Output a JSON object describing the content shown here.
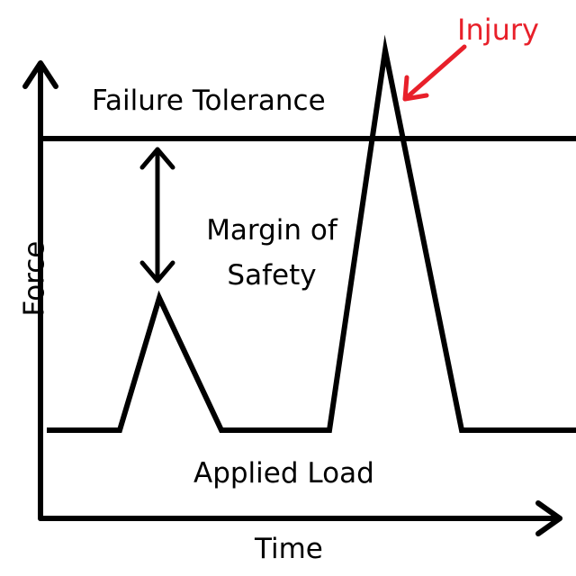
{
  "labels": {
    "failure_tolerance": "Failure Tolerance",
    "margin_line1": "Margin of",
    "margin_line2": "Safety",
    "applied_load": "Applied Load",
    "injury": "Injury",
    "x_axis": "Time",
    "y_axis": "Force"
  },
  "colors": {
    "stroke": "#000000",
    "injury": "#e8202a",
    "background": "#ffffff"
  }
}
